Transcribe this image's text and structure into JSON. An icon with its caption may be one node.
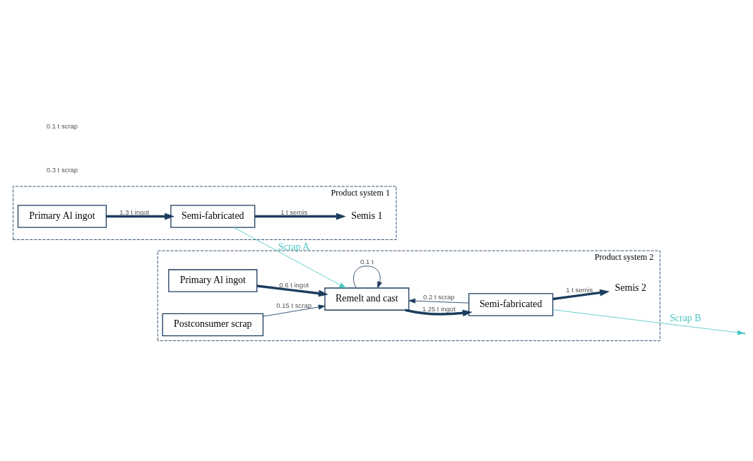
{
  "diagram": {
    "nodes": [
      {
        "text": [
          "Product system 1"
        ]
      },
      {
        "text": [
          "Primary Al ingot"
        ],
        "in": 0
      },
      {
        "text": [
          "Semi-fabricated"
        ],
        "in": 0
      },
      {
        "text": [
          "Semis 1"
        ],
        "in": 0
      },
      {
        "text": [
          "Product system 2"
        ]
      },
      {
        "text": [
          "Primary Al ingot"
        ],
        "in": 4
      },
      {
        "text": [
          "Postconsumer scrap"
        ],
        "in": 4
      },
      {
        "text": [
          "Remelt and cast"
        ],
        "in": 4
      },
      {
        "text": [
          "Semi-fabricated"
        ],
        "in": 4
      },
      {
        "text": [
          "Semis 2"
        ],
        "in": 4
      }
    ],
    "edges": [
      {
        "from": 1,
        "to": 2,
        "arrow": "to",
        "label": "1.3 t ingot",
        "style": "thick"
      },
      {
        "from": 2,
        "to": 3,
        "arrow": "to",
        "label": "1 t semis",
        "style": "thick"
      },
      {
        "from": 2,
        "to": 7,
        "arrow": "to",
        "label": "Scrap A",
        "color": "#4cc6c4"
      },
      {
        "from": 5,
        "to": 7,
        "arrow": "to",
        "label": "0.6 t ingot",
        "style": "thick"
      },
      {
        "from": 6,
        "to": 7,
        "arrow": "to",
        "label": "0.15 t scrap"
      },
      {
        "from": 7,
        "to": 8,
        "arrow": "to",
        "label": "1.25 t ingot",
        "style": "thick"
      },
      {
        "from": 7,
        "to": 7,
        "arrow": "to",
        "label": "0.1 t"
      },
      {
        "from": 8,
        "to": 7,
        "arrow": "to",
        "label": "0.2 t scrap"
      },
      {
        "from": 8,
        "to": 9,
        "arrow": "to",
        "label": "1 t semis",
        "style": "thick"
      },
      {
        "from": 8,
        "to": null,
        "arrow": "to",
        "label": "Scrap B",
        "color": "#4cc6c4"
      }
    ],
    "labels": [
      "0.3 t scrap",
      "0.1 t scrap"
    ]
  }
}
